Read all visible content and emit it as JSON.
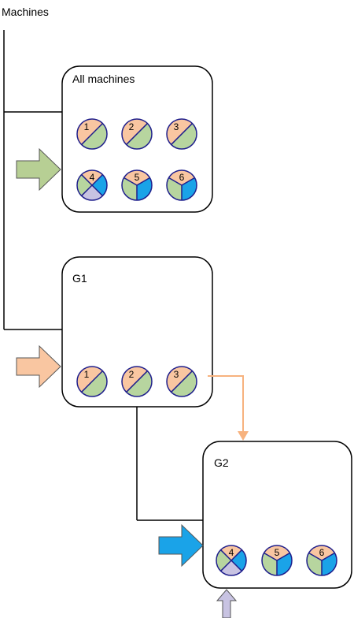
{
  "root": {
    "label": "Machines"
  },
  "groups": [
    {
      "title": "All machines",
      "arrow_color": "#b7cf94",
      "machines": [
        {
          "id": "1",
          "segments": [
            "orange",
            "green"
          ]
        },
        {
          "id": "2",
          "segments": [
            "orange",
            "green"
          ]
        },
        {
          "id": "3",
          "segments": [
            "orange",
            "green"
          ]
        },
        {
          "id": "4",
          "segments": [
            "orange",
            "blue",
            "lavender",
            "green"
          ]
        },
        {
          "id": "5",
          "segments": [
            "orange",
            "blue",
            "green"
          ]
        },
        {
          "id": "6",
          "segments": [
            "orange",
            "blue",
            "green"
          ]
        }
      ]
    },
    {
      "title": "G1",
      "arrow_color": "#f9c6a1",
      "machines": [
        {
          "id": "1",
          "segments": [
            "orange",
            "green"
          ]
        },
        {
          "id": "2",
          "segments": [
            "orange",
            "green"
          ]
        },
        {
          "id": "3",
          "segments": [
            "orange",
            "green"
          ]
        }
      ]
    },
    {
      "title": "G2",
      "arrow_color": "#1aa3e8",
      "machines": [
        {
          "id": "4",
          "segments": [
            "orange",
            "blue",
            "lavender",
            "green"
          ]
        },
        {
          "id": "5",
          "segments": [
            "orange",
            "blue",
            "green"
          ]
        },
        {
          "id": "6",
          "segments": [
            "orange",
            "blue",
            "green"
          ]
        }
      ]
    }
  ],
  "colors": {
    "orange": "#f9c6a1",
    "green": "#b7d59f",
    "blue": "#1aa3e8",
    "lavender": "#c8c3e2",
    "outline": "#1f1f8c",
    "flow_arrow": "#f7b27e",
    "lavender_arrow": "#c8c3e2"
  }
}
